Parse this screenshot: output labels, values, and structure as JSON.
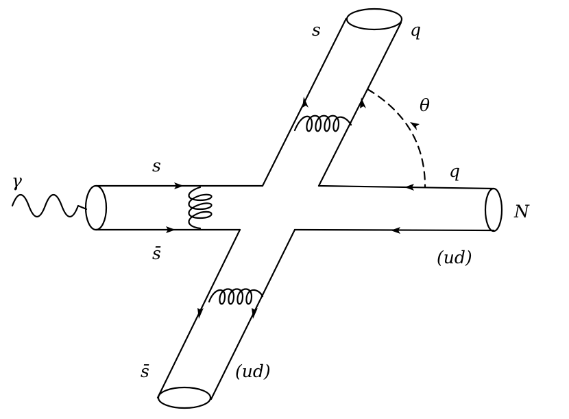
{
  "labels": {
    "photon": "γ",
    "incoming_s": "s",
    "incoming_sbar": "s̄",
    "outgoing_s": "s",
    "outgoing_q": "q",
    "angle": "θ",
    "nucleon_q": "q",
    "nucleon": "N",
    "nucleon_ud": "(ud)",
    "lower_sbar": "s̄",
    "lower_ud": "(ud)"
  },
  "colors": {
    "line": "#000000",
    "background": "#ffffff"
  }
}
